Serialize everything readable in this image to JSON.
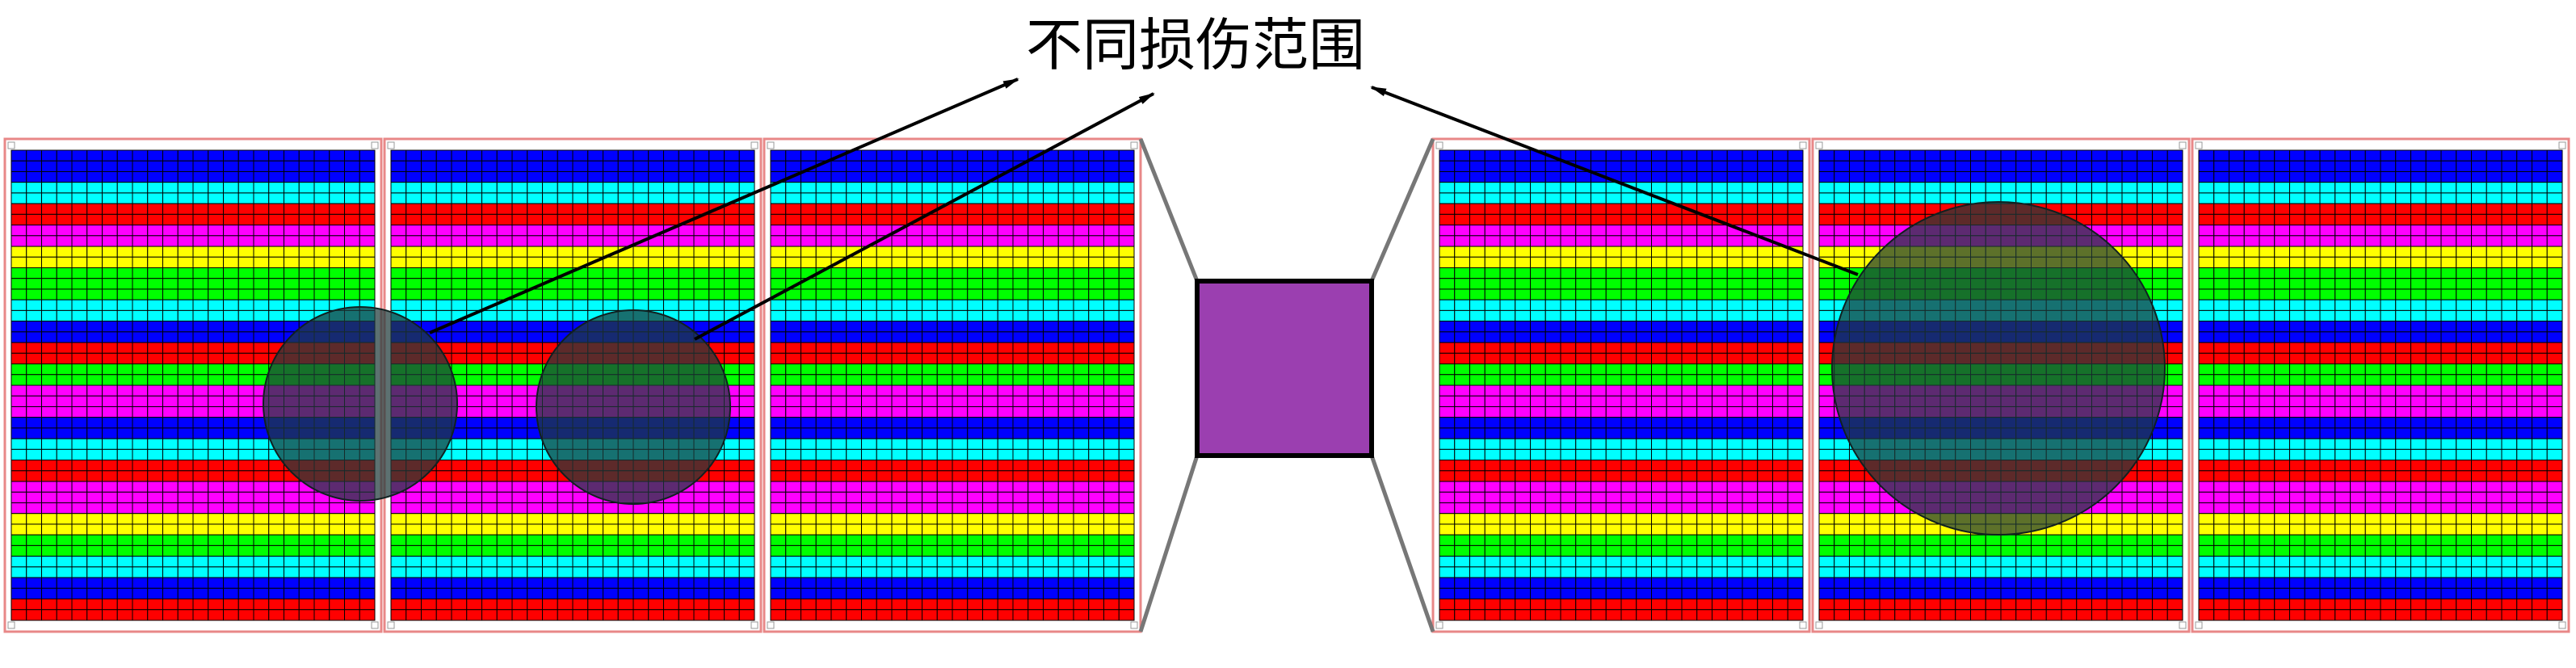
{
  "annotation": {
    "label": "不同损伤范围"
  },
  "colors": {
    "palette": [
      "#0000ff",
      "#00ffff",
      "#ff0000",
      "#ff00ff",
      "#ffff00",
      "#00ff00"
    ],
    "band_order": [
      "#0000ff",
      "#00ffff",
      "#ff0000",
      "#ff00ff",
      "#ffff00",
      "#00ff00",
      "#00ffff",
      "#0000ff",
      "#ff0000",
      "#00ff00",
      "#ff00ff",
      "#0000ff",
      "#00ffff",
      "#ff0000",
      "#ff00ff",
      "#ffff00",
      "#00ff00",
      "#00ffff",
      "#0000ff",
      "#ff0000"
    ],
    "panel_frame": "#e88888",
    "grid_line": "#000000",
    "damage_overlay": "#1f3a3a",
    "center_block": "#9b3fb0",
    "connector": "#777777"
  },
  "panels": [
    {
      "id": "panel-1",
      "damage": true
    },
    {
      "id": "panel-2",
      "damage": true
    },
    {
      "id": "panel-3",
      "damage": false
    },
    {
      "id": "panel-4",
      "damage": false
    },
    {
      "id": "panel-5",
      "damage": true
    },
    {
      "id": "panel-6",
      "damage": false
    }
  ]
}
